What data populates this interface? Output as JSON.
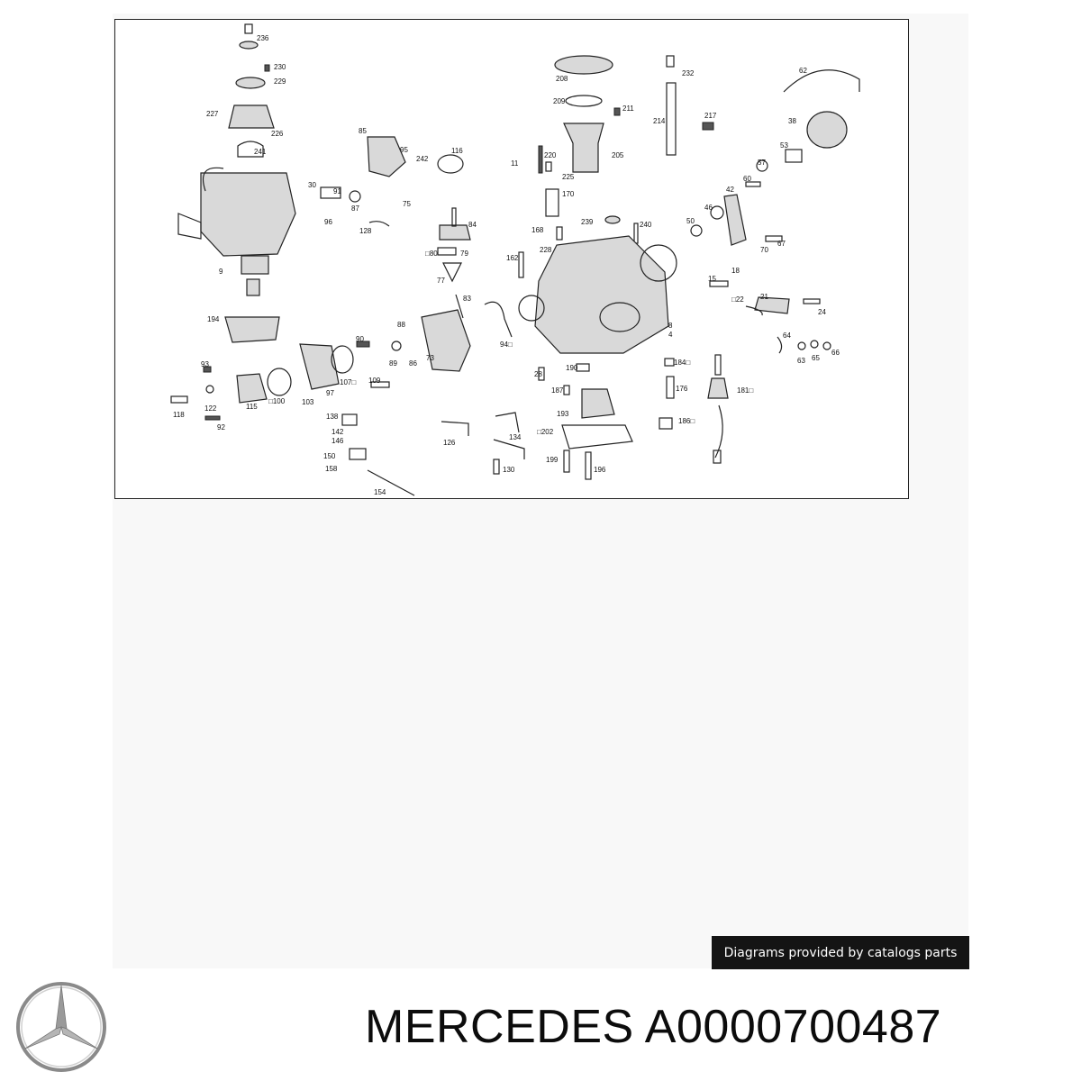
{
  "diagram": {
    "callouts": [
      {
        "id": "c236",
        "text": "236"
      },
      {
        "id": "c230",
        "text": "230"
      },
      {
        "id": "c229",
        "text": "229"
      },
      {
        "id": "c227",
        "text": "227"
      },
      {
        "id": "c226",
        "text": "226"
      },
      {
        "id": "c241",
        "text": "241"
      },
      {
        "id": "c30",
        "text": "30"
      },
      {
        "id": "c9",
        "text": "9"
      },
      {
        "id": "c194",
        "text": "194"
      },
      {
        "id": "c93",
        "text": "93"
      },
      {
        "id": "c122",
        "text": "122"
      },
      {
        "id": "c118",
        "text": "118"
      },
      {
        "id": "c92",
        "text": "92"
      },
      {
        "id": "c115",
        "text": "115"
      },
      {
        "id": "c100",
        "text": "□100"
      },
      {
        "id": "c103",
        "text": "103"
      },
      {
        "id": "c97",
        "text": "97"
      },
      {
        "id": "c107",
        "text": "107□"
      },
      {
        "id": "c109",
        "text": "109"
      },
      {
        "id": "c90",
        "text": "90"
      },
      {
        "id": "c88",
        "text": "88"
      },
      {
        "id": "c89",
        "text": "89"
      },
      {
        "id": "c86",
        "text": "86"
      },
      {
        "id": "c73",
        "text": "73"
      },
      {
        "id": "c85",
        "text": "85"
      },
      {
        "id": "c95",
        "text": "95"
      },
      {
        "id": "c242",
        "text": "242"
      },
      {
        "id": "c91",
        "text": "91"
      },
      {
        "id": "c87",
        "text": "87"
      },
      {
        "id": "c96",
        "text": "96"
      },
      {
        "id": "c75",
        "text": "75"
      },
      {
        "id": "c128",
        "text": "128"
      },
      {
        "id": "c116",
        "text": "116"
      },
      {
        "id": "c84",
        "text": "84"
      },
      {
        "id": "c80",
        "text": "□80"
      },
      {
        "id": "c79",
        "text": "79"
      },
      {
        "id": "c77",
        "text": "77"
      },
      {
        "id": "c83",
        "text": "83"
      },
      {
        "id": "c94",
        "text": "94□"
      },
      {
        "id": "c138",
        "text": "138"
      },
      {
        "id": "c142",
        "text": "142"
      },
      {
        "id": "c146",
        "text": "146"
      },
      {
        "id": "c150",
        "text": "150"
      },
      {
        "id": "c158",
        "text": "158"
      },
      {
        "id": "c154",
        "text": "154"
      },
      {
        "id": "c126",
        "text": "126"
      },
      {
        "id": "c134",
        "text": "134"
      },
      {
        "id": "c130",
        "text": "130"
      },
      {
        "id": "c208",
        "text": "208"
      },
      {
        "id": "c209",
        "text": "209"
      },
      {
        "id": "c211",
        "text": "211"
      },
      {
        "id": "c205",
        "text": "205"
      },
      {
        "id": "c220",
        "text": "220"
      },
      {
        "id": "c11",
        "text": "11"
      },
      {
        "id": "c225",
        "text": "225"
      },
      {
        "id": "c170",
        "text": "170"
      },
      {
        "id": "c232",
        "text": "232"
      },
      {
        "id": "c214",
        "text": "214"
      },
      {
        "id": "c217",
        "text": "217"
      },
      {
        "id": "c168",
        "text": "168"
      },
      {
        "id": "c239",
        "text": "239"
      },
      {
        "id": "c240",
        "text": "240"
      },
      {
        "id": "c228",
        "text": "228"
      },
      {
        "id": "c162",
        "text": "162"
      },
      {
        "id": "c8",
        "text": "8"
      },
      {
        "id": "c4",
        "text": "4"
      },
      {
        "id": "c28",
        "text": "28"
      },
      {
        "id": "c190",
        "text": "190"
      },
      {
        "id": "c184",
        "text": "184□"
      },
      {
        "id": "c187",
        "text": "187"
      },
      {
        "id": "c176",
        "text": "176"
      },
      {
        "id": "c193",
        "text": "193"
      },
      {
        "id": "c202",
        "text": "□202"
      },
      {
        "id": "c186",
        "text": "186□"
      },
      {
        "id": "c199",
        "text": "199"
      },
      {
        "id": "c196",
        "text": "196"
      },
      {
        "id": "c181",
        "text": "181□"
      },
      {
        "id": "c62",
        "text": "62"
      },
      {
        "id": "c38",
        "text": "38"
      },
      {
        "id": "c53",
        "text": "53"
      },
      {
        "id": "c57",
        "text": "57"
      },
      {
        "id": "c60",
        "text": "60"
      },
      {
        "id": "c42",
        "text": "42"
      },
      {
        "id": "c46",
        "text": "46"
      },
      {
        "id": "c50",
        "text": "50"
      },
      {
        "id": "c70",
        "text": "70"
      },
      {
        "id": "c67",
        "text": "67"
      },
      {
        "id": "c15",
        "text": "15"
      },
      {
        "id": "c18",
        "text": "18"
      },
      {
        "id": "c22",
        "text": "□22"
      },
      {
        "id": "c21",
        "text": "21"
      },
      {
        "id": "c24",
        "text": "24"
      },
      {
        "id": "c64",
        "text": "64"
      },
      {
        "id": "c63",
        "text": "63"
      },
      {
        "id": "c65",
        "text": "65"
      },
      {
        "id": "c66",
        "text": "66"
      }
    ]
  },
  "credit_text": "Diagrams provided by catalogs parts",
  "footer": {
    "brand": "MERCEDES",
    "part_number": "A0000700487"
  },
  "logo_icon": "mercedes-star-icon"
}
